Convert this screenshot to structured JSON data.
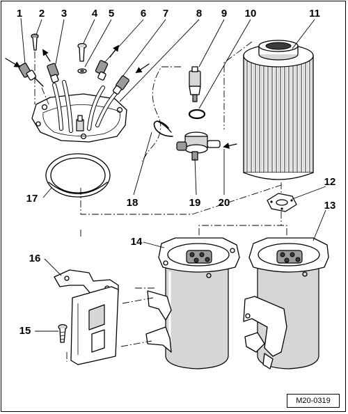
{
  "callouts": [
    {
      "id": "c1",
      "label": "1"
    },
    {
      "id": "c2",
      "label": "2"
    },
    {
      "id": "c3",
      "label": "3"
    },
    {
      "id": "c4",
      "label": "4"
    },
    {
      "id": "c5",
      "label": "5"
    },
    {
      "id": "c6",
      "label": "6"
    },
    {
      "id": "c7",
      "label": "7"
    },
    {
      "id": "c8",
      "label": "8"
    },
    {
      "id": "c9",
      "label": "9"
    },
    {
      "id": "c10",
      "label": "10"
    },
    {
      "id": "c11",
      "label": "11"
    },
    {
      "id": "c12",
      "label": "12"
    },
    {
      "id": "c13",
      "label": "13"
    },
    {
      "id": "c14",
      "label": "14"
    },
    {
      "id": "c15",
      "label": "15"
    },
    {
      "id": "c16",
      "label": "16"
    },
    {
      "id": "c17",
      "label": "17"
    },
    {
      "id": "c18",
      "label": "18"
    },
    {
      "id": "c19",
      "label": "19"
    },
    {
      "id": "c20",
      "label": "20"
    }
  ],
  "figure_code": "M20-0319",
  "colors": {
    "ink": "#000000",
    "paper": "#ffffff",
    "shade": "#9a9a9a",
    "light_shade": "#d6d6d6"
  }
}
